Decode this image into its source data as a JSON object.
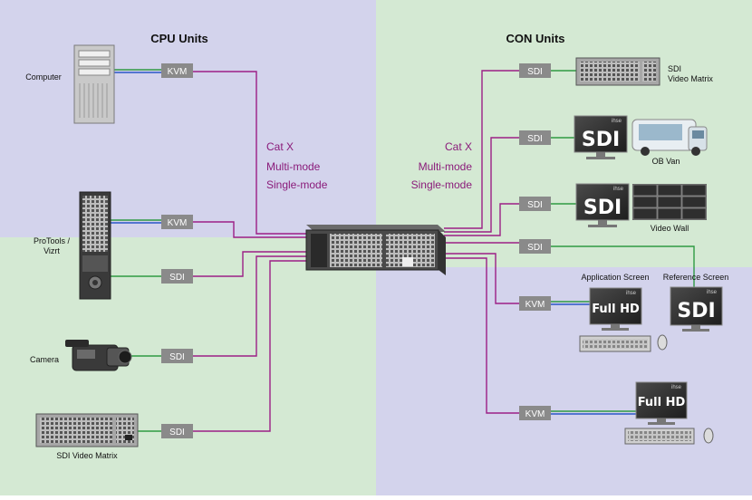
{
  "titles": {
    "cpu": "CPU Units",
    "con": "CON Units"
  },
  "cable_types": {
    "left": [
      "Cat X",
      "Multi-mode",
      "Single-mode"
    ],
    "right": [
      "Cat X",
      "Multi-mode",
      "Single-mode"
    ]
  },
  "cpu_devices": {
    "computer": "Computer",
    "protools_line1": "ProTools /",
    "protools_line2": "Vizrt",
    "camera": "Camera",
    "sdi_matrix": "SDI Video Matrix"
  },
  "con_devices": {
    "sdi_matrix_line1": "SDI",
    "sdi_matrix_line2": "Video Matrix",
    "ob_van": "OB Van",
    "video_wall": "Video Wall",
    "application_screen": "Application Screen",
    "reference_screen": "Reference Screen"
  },
  "badges": {
    "kvm": "KVM",
    "sdi": "SDI"
  },
  "screen_texts": {
    "sdi": "SDI",
    "fullhd": "Full HD",
    "brand": "ihse"
  },
  "colors": {
    "cpu_bg": "#d3d3ec",
    "con_bg": "#d4e9d3",
    "cable": "#9c1f86",
    "kvm_green": "#2e9a43",
    "kvm_blue": "#2b56c8",
    "badge": "#8a8a8a"
  }
}
